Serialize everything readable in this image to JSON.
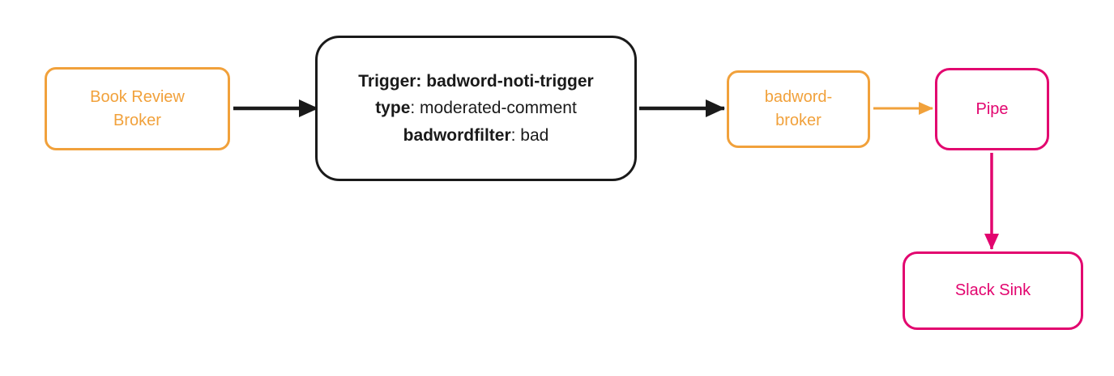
{
  "diagram": {
    "nodes": {
      "book_review_broker": {
        "line1": "Book Review",
        "line2": "Broker",
        "color": "#F1A13B"
      },
      "trigger": {
        "line1": "Trigger: badword-noti-trigger",
        "line2_bold": "type",
        "line2_rest": ": moderated-comment",
        "line3_bold": "badwordfilter",
        "line3_rest": ": bad",
        "color": "#1A1A1A"
      },
      "badword_broker": {
        "line1": "badword-",
        "line2": "broker",
        "color": "#F1A13B"
      },
      "pipe": {
        "label": "Pipe",
        "color": "#E2056F"
      },
      "slack_sink": {
        "label": "Slack Sink",
        "color": "#E2056F"
      }
    },
    "edges": [
      {
        "from": "book_review_broker",
        "to": "trigger",
        "color": "#1A1A1A"
      },
      {
        "from": "trigger",
        "to": "badword_broker",
        "color": "#1A1A1A"
      },
      {
        "from": "badword_broker",
        "to": "pipe",
        "color": "#F1A13B"
      },
      {
        "from": "pipe",
        "to": "slack_sink",
        "color": "#E2056F"
      }
    ],
    "colors": {
      "orange": "#F1A13B",
      "pink": "#E2056F",
      "black": "#1A1A1A",
      "background": "#FFFFFF"
    }
  }
}
